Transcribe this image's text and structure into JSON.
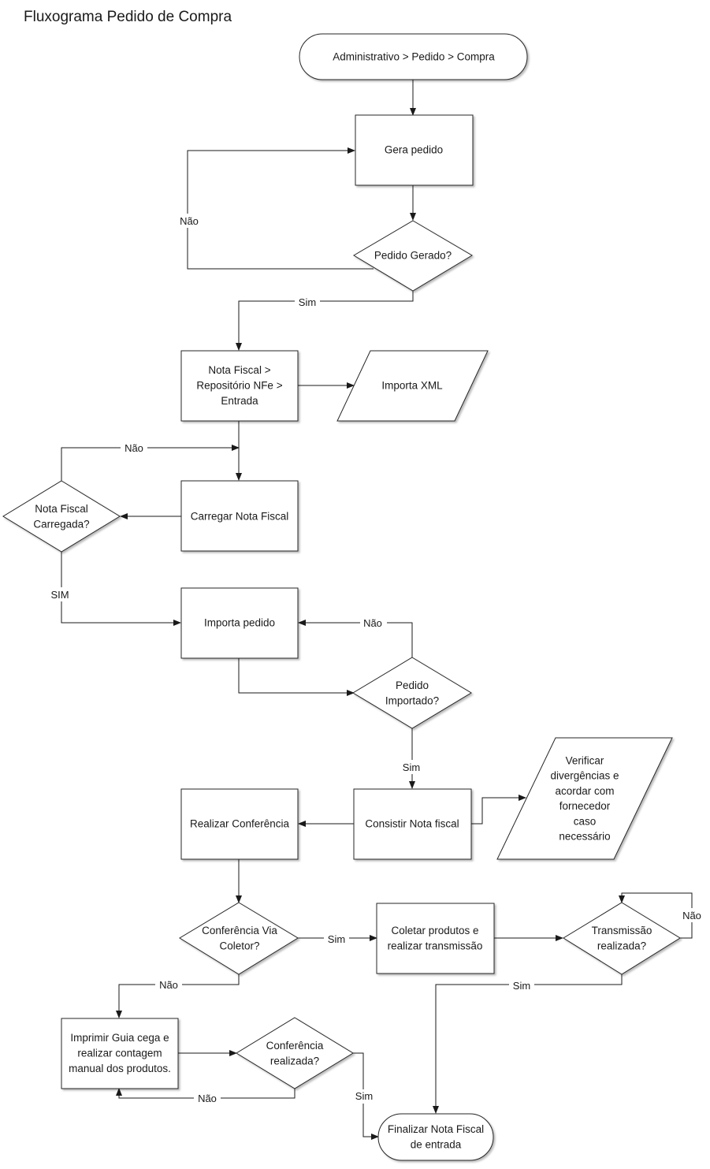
{
  "title": "Fluxograma Pedido de Compra",
  "nodes": {
    "start": [
      "Administrativo > Pedido > Compra"
    ],
    "gera_pedido": [
      "Gera pedido"
    ],
    "pedido_gerado": [
      "Pedido Gerado?"
    ],
    "nota_fiscal_menu": [
      "Nota Fiscal >",
      "Repositório NFe >",
      "Entrada"
    ],
    "importa_xml": [
      "Importa XML"
    ],
    "carregar_nf": [
      "Carregar Nota Fiscal"
    ],
    "nf_carregada": [
      "Nota Fiscal",
      "Carregada?"
    ],
    "importa_pedido": [
      "Importa pedido"
    ],
    "pedido_importado": [
      "Pedido",
      "Importado?"
    ],
    "consistir_nf": [
      "Consistir Nota fiscal"
    ],
    "verificar_div": [
      "Verificar",
      "divergências e",
      "acordar com",
      "fornecedor",
      "caso",
      "necessário"
    ],
    "realizar_conferencia": [
      "Realizar Conferência"
    ],
    "conferencia_coletor": [
      "Conferência Via",
      "Coletor?"
    ],
    "coletar_produtos": [
      "Coletar produtos e",
      "realizar transmissão"
    ],
    "transmissao_realizada": [
      "Transmissão",
      "realizada?"
    ],
    "imprimir_guia": [
      "Imprimir Guia cega e",
      "realizar contagem",
      "manual dos produtos."
    ],
    "conferencia_realizada": [
      "Conferência",
      "realizada?"
    ],
    "finalizar_nf": [
      "Finalizar Nota Fiscal",
      "de entrada"
    ]
  },
  "edge_labels": {
    "pedido_gerado_nao": "Não",
    "pedido_gerado_sim": "Sim",
    "nf_carregada_nao": "Não",
    "nf_carregada_sim": "SIM",
    "pedido_importado_nao": "Não",
    "pedido_importado_sim": "Sim",
    "conferencia_coletor_sim": "Sim",
    "conferencia_coletor_nao": "Não",
    "transmissao_nao": "Não",
    "transmissao_sim": "Sim",
    "conferencia_realizada_nao": "Não",
    "conferencia_realizada_sim": "Sim"
  }
}
